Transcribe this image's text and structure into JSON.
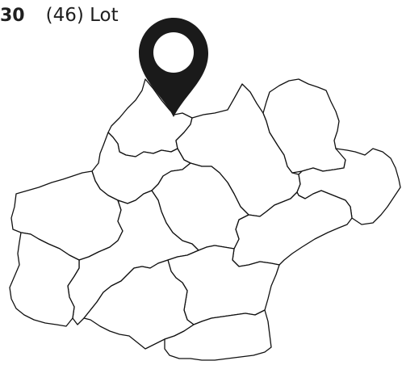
{
  "header": {
    "number": "30",
    "label": "(46) Lot"
  },
  "map": {
    "highlighted_department": "Lot",
    "marker_icon": "map-pin-icon",
    "stroke_color": "#111111",
    "marker_color": "#1a1a1a",
    "background_color": "#ffffff"
  }
}
